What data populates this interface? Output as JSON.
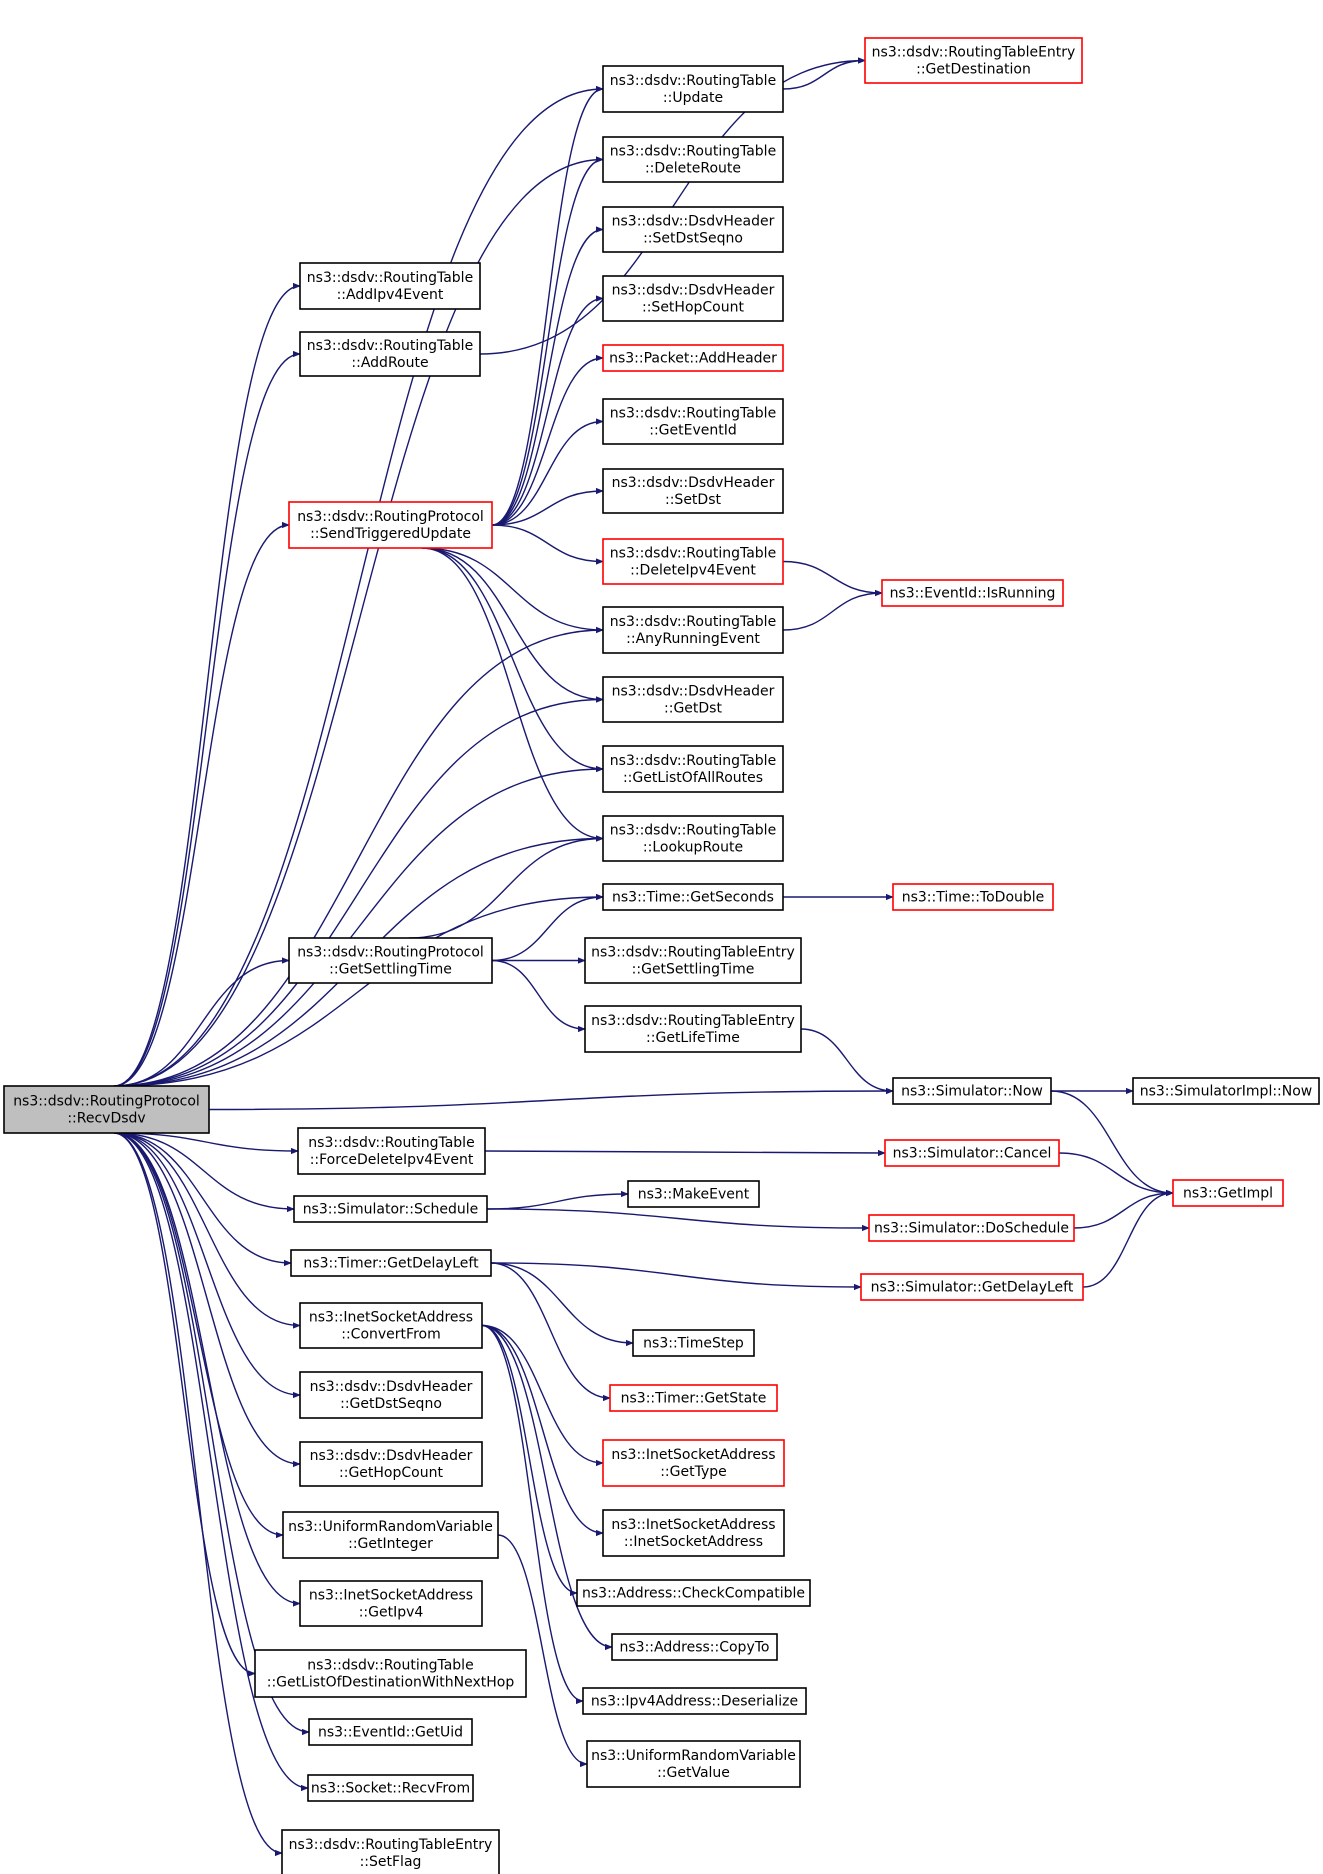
{
  "colors": {
    "edge": "#191970",
    "border": "#000000",
    "highlight_border": "#ff0000",
    "root_fill": "#bfbfbf"
  },
  "nodes": [
    {
      "id": "recvdsdv",
      "lines": [
        "ns3::dsdv::RoutingProtocol",
        "::RecvDsdv"
      ],
      "style": "root"
    },
    {
      "id": "rt_addipv4event",
      "lines": [
        "ns3::dsdv::RoutingTable",
        "::AddIpv4Event"
      ],
      "style": "normal"
    },
    {
      "id": "rt_addroute",
      "lines": [
        "ns3::dsdv::RoutingTable",
        "::AddRoute"
      ],
      "style": "normal"
    },
    {
      "id": "rp_sendtriggeredupdate",
      "lines": [
        "ns3::dsdv::RoutingProtocol",
        "::SendTriggeredUpdate"
      ],
      "style": "red"
    },
    {
      "id": "rp_getsettlingtime",
      "lines": [
        "ns3::dsdv::RoutingProtocol",
        "::GetSettlingTime"
      ],
      "style": "normal"
    },
    {
      "id": "rt_forcedeleteipv4event",
      "lines": [
        "ns3::dsdv::RoutingTable",
        "::ForceDeleteIpv4Event"
      ],
      "style": "normal"
    },
    {
      "id": "sim_schedule",
      "lines": [
        "ns3::Simulator::Schedule"
      ],
      "style": "normal"
    },
    {
      "id": "timer_getdelayleft",
      "lines": [
        "ns3::Timer::GetDelayLeft"
      ],
      "style": "normal"
    },
    {
      "id": "isa_convertfrom",
      "lines": [
        "ns3::InetSocketAddress",
        "::ConvertFrom"
      ],
      "style": "normal"
    },
    {
      "id": "dh_getdstseqno",
      "lines": [
        "ns3::dsdv::DsdvHeader",
        "::GetDstSeqno"
      ],
      "style": "normal"
    },
    {
      "id": "dh_gethopcount",
      "lines": [
        "ns3::dsdv::DsdvHeader",
        "::GetHopCount"
      ],
      "style": "normal"
    },
    {
      "id": "urv_getinteger",
      "lines": [
        "ns3::UniformRandomVariable",
        "::GetInteger"
      ],
      "style": "normal"
    },
    {
      "id": "isa_getipv4",
      "lines": [
        "ns3::InetSocketAddress",
        "::GetIpv4"
      ],
      "style": "normal"
    },
    {
      "id": "rt_getlistofdestwithnexthop",
      "lines": [
        "ns3::dsdv::RoutingTable",
        "::GetListOfDestinationWithNextHop"
      ],
      "style": "normal"
    },
    {
      "id": "eventid_getuid",
      "lines": [
        "ns3::EventId::GetUid"
      ],
      "style": "normal"
    },
    {
      "id": "socket_recvfrom",
      "lines": [
        "ns3::Socket::RecvFrom"
      ],
      "style": "normal"
    },
    {
      "id": "rte_setflag",
      "lines": [
        "ns3::dsdv::RoutingTableEntry",
        "::SetFlag"
      ],
      "style": "normal"
    },
    {
      "id": "rt_update",
      "lines": [
        "ns3::dsdv::RoutingTable",
        "::Update"
      ],
      "style": "normal"
    },
    {
      "id": "rt_deleteroute",
      "lines": [
        "ns3::dsdv::RoutingTable",
        "::DeleteRoute"
      ],
      "style": "normal"
    },
    {
      "id": "dh_setdstseqno",
      "lines": [
        "ns3::dsdv::DsdvHeader",
        "::SetDstSeqno"
      ],
      "style": "normal"
    },
    {
      "id": "dh_sethopcount",
      "lines": [
        "ns3::dsdv::DsdvHeader",
        "::SetHopCount"
      ],
      "style": "normal"
    },
    {
      "id": "packet_addheader",
      "lines": [
        "ns3::Packet::AddHeader"
      ],
      "style": "red"
    },
    {
      "id": "rt_geteventid",
      "lines": [
        "ns3::dsdv::RoutingTable",
        "::GetEventId"
      ],
      "style": "normal"
    },
    {
      "id": "dh_setdst",
      "lines": [
        "ns3::dsdv::DsdvHeader",
        "::SetDst"
      ],
      "style": "normal"
    },
    {
      "id": "rt_deleteipv4event",
      "lines": [
        "ns3::dsdv::RoutingTable",
        "::DeleteIpv4Event"
      ],
      "style": "red"
    },
    {
      "id": "rt_anyrunningevent",
      "lines": [
        "ns3::dsdv::RoutingTable",
        "::AnyRunningEvent"
      ],
      "style": "normal"
    },
    {
      "id": "dh_getdst",
      "lines": [
        "ns3::dsdv::DsdvHeader",
        "::GetDst"
      ],
      "style": "normal"
    },
    {
      "id": "rt_getlistofallroutes",
      "lines": [
        "ns3::dsdv::RoutingTable",
        "::GetListOfAllRoutes"
      ],
      "style": "normal"
    },
    {
      "id": "rt_lookuproute",
      "lines": [
        "ns3::dsdv::RoutingTable",
        "::LookupRoute"
      ],
      "style": "normal"
    },
    {
      "id": "time_getseconds",
      "lines": [
        "ns3::Time::GetSeconds"
      ],
      "style": "normal"
    },
    {
      "id": "rte_getsettlingtime",
      "lines": [
        "ns3::dsdv::RoutingTableEntry",
        "::GetSettlingTime"
      ],
      "style": "normal"
    },
    {
      "id": "rte_getlifetime",
      "lines": [
        "ns3::dsdv::RoutingTableEntry",
        "::GetLifeTime"
      ],
      "style": "normal"
    },
    {
      "id": "makeevent",
      "lines": [
        "ns3::MakeEvent"
      ],
      "style": "normal"
    },
    {
      "id": "timestep",
      "lines": [
        "ns3::TimeStep"
      ],
      "style": "normal"
    },
    {
      "id": "timer_getstate",
      "lines": [
        "ns3::Timer::GetState"
      ],
      "style": "red"
    },
    {
      "id": "isa_gettype",
      "lines": [
        "ns3::InetSocketAddress",
        "::GetType"
      ],
      "style": "red"
    },
    {
      "id": "isa_ctor",
      "lines": [
        "ns3::InetSocketAddress",
        "::InetSocketAddress"
      ],
      "style": "normal"
    },
    {
      "id": "addr_checkcompatible",
      "lines": [
        "ns3::Address::CheckCompatible"
      ],
      "style": "normal"
    },
    {
      "id": "addr_copyto",
      "lines": [
        "ns3::Address::CopyTo"
      ],
      "style": "normal"
    },
    {
      "id": "ipv4addr_deserialize",
      "lines": [
        "ns3::Ipv4Address::Deserialize"
      ],
      "style": "normal"
    },
    {
      "id": "urv_getvalue",
      "lines": [
        "ns3::UniformRandomVariable",
        "::GetValue"
      ],
      "style": "normal"
    },
    {
      "id": "rte_getdestination",
      "lines": [
        "ns3::dsdv::RoutingTableEntry",
        "::GetDestination"
      ],
      "style": "red"
    },
    {
      "id": "eventid_isrunning",
      "lines": [
        "ns3::EventId::IsRunning"
      ],
      "style": "red"
    },
    {
      "id": "time_todouble",
      "lines": [
        "ns3::Time::ToDouble"
      ],
      "style": "red"
    },
    {
      "id": "sim_now",
      "lines": [
        "ns3::Simulator::Now"
      ],
      "style": "normal"
    },
    {
      "id": "sim_cancel",
      "lines": [
        "ns3::Simulator::Cancel"
      ],
      "style": "red"
    },
    {
      "id": "sim_doschedule",
      "lines": [
        "ns3::Simulator::DoSchedule"
      ],
      "style": "red"
    },
    {
      "id": "sim_getdelayleft",
      "lines": [
        "ns3::Simulator::GetDelayLeft"
      ],
      "style": "red"
    },
    {
      "id": "simimpl_now",
      "lines": [
        "ns3::SimulatorImpl::Now"
      ],
      "style": "normal"
    },
    {
      "id": "getimpl",
      "lines": [
        "ns3::GetImpl"
      ],
      "style": "red"
    }
  ],
  "edges": [
    [
      "recvdsdv",
      "rt_addipv4event"
    ],
    [
      "recvdsdv",
      "rt_addroute"
    ],
    [
      "recvdsdv",
      "rp_sendtriggeredupdate"
    ],
    [
      "recvdsdv",
      "rp_getsettlingtime"
    ],
    [
      "recvdsdv",
      "rt_forcedeleteipv4event"
    ],
    [
      "recvdsdv",
      "sim_schedule"
    ],
    [
      "recvdsdv",
      "timer_getdelayleft"
    ],
    [
      "recvdsdv",
      "isa_convertfrom"
    ],
    [
      "recvdsdv",
      "dh_getdstseqno"
    ],
    [
      "recvdsdv",
      "dh_gethopcount"
    ],
    [
      "recvdsdv",
      "urv_getinteger"
    ],
    [
      "recvdsdv",
      "isa_getipv4"
    ],
    [
      "recvdsdv",
      "rt_getlistofdestwithnexthop"
    ],
    [
      "recvdsdv",
      "eventid_getuid"
    ],
    [
      "recvdsdv",
      "socket_recvfrom"
    ],
    [
      "recvdsdv",
      "rte_setflag"
    ],
    [
      "recvdsdv",
      "rt_update"
    ],
    [
      "recvdsdv",
      "rt_deleteroute"
    ],
    [
      "recvdsdv",
      "rt_anyrunningevent"
    ],
    [
      "recvdsdv",
      "dh_getdst"
    ],
    [
      "recvdsdv",
      "rt_getlistofallroutes"
    ],
    [
      "recvdsdv",
      "rt_lookuproute"
    ],
    [
      "recvdsdv",
      "time_getseconds"
    ],
    [
      "recvdsdv",
      "sim_now"
    ],
    [
      "rt_addroute",
      "rte_getdestination"
    ],
    [
      "rp_sendtriggeredupdate",
      "rt_update"
    ],
    [
      "rp_sendtriggeredupdate",
      "rt_deleteroute"
    ],
    [
      "rp_sendtriggeredupdate",
      "dh_setdstseqno"
    ],
    [
      "rp_sendtriggeredupdate",
      "dh_sethopcount"
    ],
    [
      "rp_sendtriggeredupdate",
      "packet_addheader"
    ],
    [
      "rp_sendtriggeredupdate",
      "rt_geteventid"
    ],
    [
      "rp_sendtriggeredupdate",
      "dh_setdst"
    ],
    [
      "rp_sendtriggeredupdate",
      "rt_deleteipv4event"
    ],
    [
      "rp_sendtriggeredupdate",
      "rt_anyrunningevent"
    ],
    [
      "rp_sendtriggeredupdate",
      "dh_getdst"
    ],
    [
      "rp_sendtriggeredupdate",
      "rt_getlistofallroutes"
    ],
    [
      "rp_sendtriggeredupdate",
      "rt_lookuproute"
    ],
    [
      "rt_update",
      "rte_getdestination"
    ],
    [
      "rt_deleteipv4event",
      "eventid_isrunning"
    ],
    [
      "rt_anyrunningevent",
      "eventid_isrunning"
    ],
    [
      "rp_getsettlingtime",
      "rt_lookuproute"
    ],
    [
      "rp_getsettlingtime",
      "time_getseconds"
    ],
    [
      "rp_getsettlingtime",
      "rte_getsettlingtime"
    ],
    [
      "rp_getsettlingtime",
      "rte_getlifetime"
    ],
    [
      "time_getseconds",
      "time_todouble"
    ],
    [
      "rte_getlifetime",
      "sim_now"
    ],
    [
      "sim_now",
      "simimpl_now"
    ],
    [
      "sim_now",
      "getimpl"
    ],
    [
      "rt_forcedeleteipv4event",
      "sim_cancel"
    ],
    [
      "sim_cancel",
      "getimpl"
    ],
    [
      "sim_schedule",
      "makeevent"
    ],
    [
      "sim_schedule",
      "sim_doschedule"
    ],
    [
      "sim_doschedule",
      "getimpl"
    ],
    [
      "timer_getdelayleft",
      "sim_getdelayleft"
    ],
    [
      "timer_getdelayleft",
      "timestep"
    ],
    [
      "timer_getdelayleft",
      "timer_getstate"
    ],
    [
      "sim_getdelayleft",
      "getimpl"
    ],
    [
      "isa_convertfrom",
      "isa_gettype"
    ],
    [
      "isa_convertfrom",
      "isa_ctor"
    ],
    [
      "isa_convertfrom",
      "addr_checkcompatible"
    ],
    [
      "isa_convertfrom",
      "addr_copyto"
    ],
    [
      "isa_convertfrom",
      "ipv4addr_deserialize"
    ],
    [
      "urv_getinteger",
      "urv_getvalue"
    ]
  ]
}
